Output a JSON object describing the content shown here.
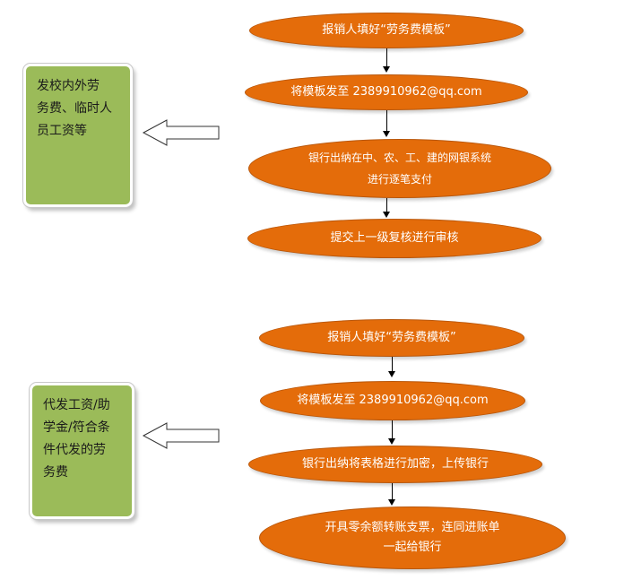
{
  "flow_1": {
    "category_box": [
      "发校内外劳",
      "务费、临时人",
      "员工资等"
    ],
    "steps": [
      [
        "报销人填好“劳务费模板”"
      ],
      [
        "将模板发至 2389910962@qq.com"
      ],
      [
        "银行出纳在中、农、工、建的网银系统",
        "进行逐笔支付"
      ],
      [
        "提交上一级复核进行审核"
      ]
    ]
  },
  "flow_2": {
    "category_box": [
      "代发工资/助",
      "学金/符合条",
      "件代发的劳",
      "务费"
    ],
    "steps": [
      [
        "报销人填好“劳务费模板”"
      ],
      [
        "将模板发至 2389910962@qq.com"
      ],
      [
        "银行出纳将表格进行加密，上传银行"
      ],
      [
        "开具零余额转账支票，连同进账单",
        "一起给银行"
      ]
    ]
  },
  "colors": {
    "step_fill": "#e46c0a",
    "box_fill": "#9bbb59",
    "connector": "#000000"
  },
  "icons": {
    "pointer_arrow": "hollow-left-arrow"
  }
}
